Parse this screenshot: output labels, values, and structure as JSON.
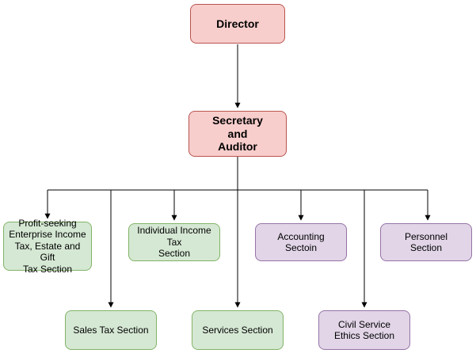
{
  "diagram": {
    "type": "org-chart",
    "colors": {
      "pink_fill": "#f8cecc",
      "pink_border": "#b85450",
      "green_fill": "#d5e8d4",
      "green_border": "#82b366",
      "purple_fill": "#e1d5e7",
      "purple_border": "#9673a6",
      "connector": "#000000"
    },
    "nodes": {
      "director": {
        "label": "Director",
        "color": "pink"
      },
      "secretary": {
        "label": "Secretary\nand\nAuditor",
        "color": "pink"
      },
      "profit": {
        "label": "Profit-seeking\nEnterprise Income\nTax, Estate and Gift\nTax Section",
        "color": "green"
      },
      "individual": {
        "label": "Individual Income Tax\nSection",
        "color": "green"
      },
      "accounting": {
        "label": "Accounting\nSectoin",
        "color": "purple"
      },
      "personnel": {
        "label": "Personnel\nSection",
        "color": "purple"
      },
      "sales": {
        "label": "Sales Tax Section",
        "color": "green"
      },
      "services": {
        "label": "Services Section",
        "color": "green"
      },
      "civil": {
        "label": "Civil Service\nEthics Section",
        "color": "purple"
      }
    }
  }
}
